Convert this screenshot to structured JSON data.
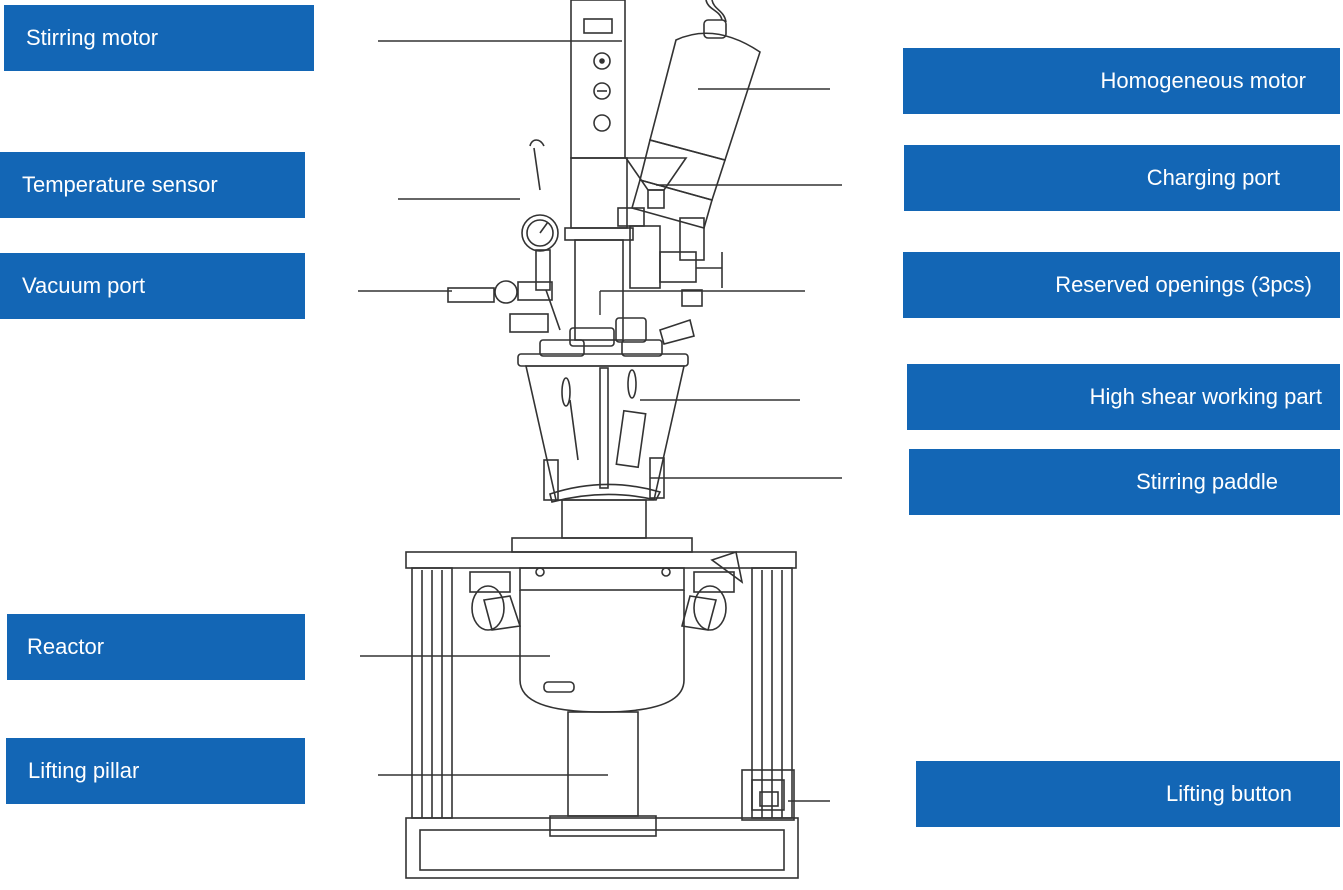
{
  "labels": {
    "stirring_motor": "Stirring motor",
    "temperature_sensor": "Temperature sensor",
    "vacuum_port": "Vacuum port",
    "reactor": "Reactor",
    "lifting_pillar": "Lifting pillar",
    "homogeneous_motor": "Homogeneous motor",
    "charging_port": "Charging port",
    "reserved_openings": "Reserved openings (3pcs)",
    "high_shear_working_part": "High shear working part",
    "stirring_paddle": "Stirring paddle",
    "lifting_button": "Lifting button"
  },
  "colors": {
    "label_bg": "#1366b5",
    "label_text": "#ffffff",
    "line": "#333333"
  }
}
